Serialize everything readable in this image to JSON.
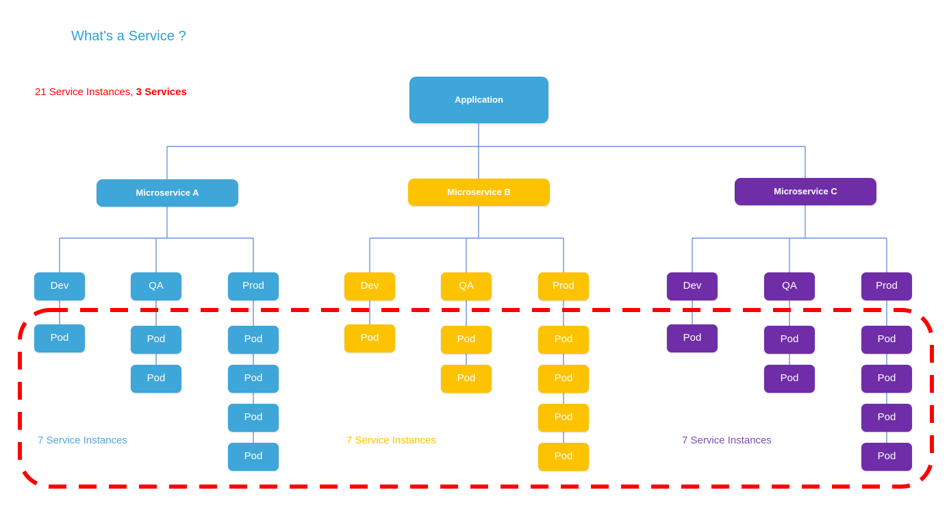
{
  "page": {
    "title": "What's a Service ?",
    "title_color": "#29A3DC",
    "summary_plain": "21 Service Instances, ",
    "summary_strong": "3 Services",
    "summary_color": "#FF0000",
    "highlight_color": "#FF0000",
    "connector_color": "#6E93D6"
  },
  "application": {
    "label": "Application",
    "color": "#3EA6D8"
  },
  "groups": [
    {
      "name": "Microservice A",
      "color": "#3EA6D8",
      "instances_label": "7 Service Instances",
      "environments": [
        {
          "label": "Dev",
          "pods": [
            "Pod"
          ]
        },
        {
          "label": "QA",
          "pods": [
            "Pod",
            "Pod"
          ]
        },
        {
          "label": "Prod",
          "pods": [
            "Pod",
            "Pod",
            "Pod",
            "Pod"
          ]
        }
      ]
    },
    {
      "name": "Microservice B",
      "color": "#FDC300",
      "instances_label": "7 Service Instances",
      "environments": [
        {
          "label": "Dev",
          "pods": [
            "Pod"
          ]
        },
        {
          "label": "QA",
          "pods": [
            "Pod",
            "Pod"
          ]
        },
        {
          "label": "Prod",
          "pods": [
            "Pod",
            "Pod",
            "Pod",
            "Pod"
          ]
        }
      ]
    },
    {
      "name": "Microservice C",
      "color": "#6F2DA8",
      "instances_label": "7 Service Instances",
      "environments": [
        {
          "label": "Dev",
          "pods": [
            "Pod"
          ]
        },
        {
          "label": "QA",
          "pods": [
            "Pod",
            "Pod"
          ]
        },
        {
          "label": "Prod",
          "pods": [
            "Pod",
            "Pod",
            "Pod",
            "Pod"
          ]
        }
      ]
    }
  ],
  "nodes": {
    "app": {
      "label": "Application"
    },
    "msA": {
      "label": "Microservice A"
    },
    "msB": {
      "label": "Microservice B"
    },
    "msC": {
      "label": "Microservice C"
    },
    "a_dev": {
      "label": "Dev"
    },
    "a_qa": {
      "label": "QA"
    },
    "a_prod": {
      "label": "Prod"
    },
    "b_dev": {
      "label": "Dev"
    },
    "b_qa": {
      "label": "QA"
    },
    "b_prod": {
      "label": "Prod"
    },
    "c_dev": {
      "label": "Dev"
    },
    "c_qa": {
      "label": "QA"
    },
    "c_prod": {
      "label": "Prod"
    },
    "pod": {
      "label": "Pod"
    },
    "a_label": {
      "label": "7 Service Instances"
    },
    "b_label": {
      "label": "7 Service Instances"
    },
    "c_label": {
      "label": "7 Service Instances"
    }
  }
}
